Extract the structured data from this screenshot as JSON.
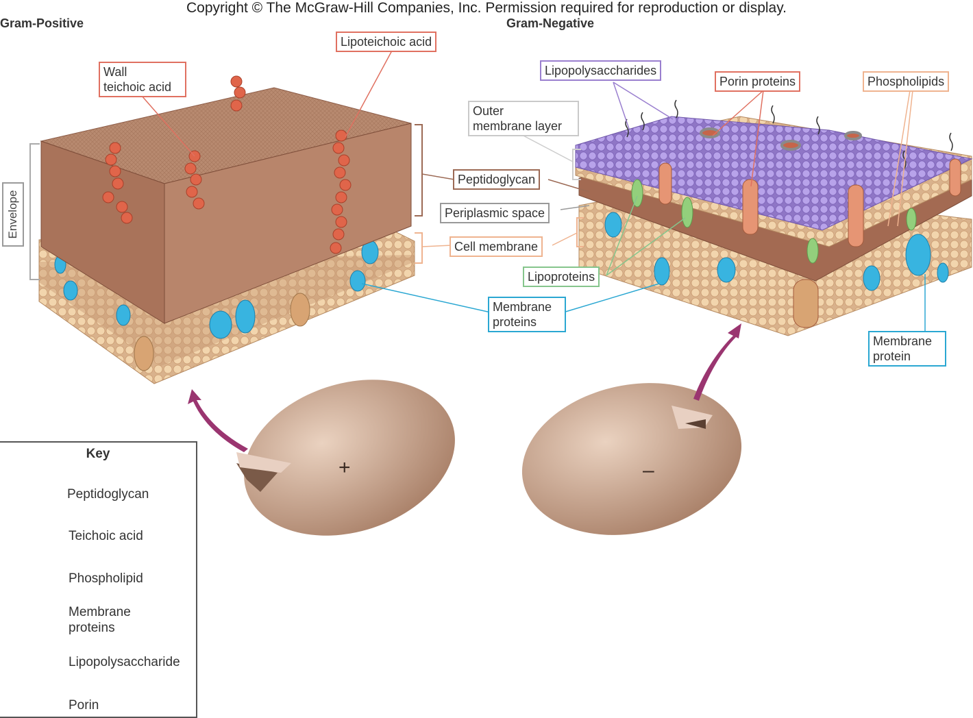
{
  "copyright": "Copyright © The McGraw-Hill Companies, Inc. Permission required for reproduction or display.",
  "titles": {
    "gram_positive": "Gram-Positive",
    "gram_negative": "Gram-Negative"
  },
  "labels": {
    "envelope": "Envelope",
    "lipoteichoic_acid": "Lipoteichoic acid",
    "wall_teichoic_acid_1": "Wall",
    "wall_teichoic_acid_2": "teichoic acid",
    "lipopolysaccharides": "Lipopolysaccharides",
    "porin_proteins": "Porin proteins",
    "phospholipids": "Phospholipids",
    "outer_membrane_1": "Outer",
    "outer_membrane_2": "membrane layer",
    "peptidoglycan": "Peptidoglycan",
    "periplasmic_space": "Periplasmic space",
    "cell_membrane": "Cell membrane",
    "lipoproteins": "Lipoproteins",
    "membrane_proteins_1": "Membrane",
    "membrane_proteins_2": "proteins",
    "membrane_protein_1": "Membrane",
    "membrane_protein_2": "protein"
  },
  "cell_signs": {
    "positive": "+",
    "negative": "–"
  },
  "key": {
    "title": "Key",
    "items": [
      {
        "label": "Peptidoglycan",
        "icon": "peptidoglycan-block-icon"
      },
      {
        "label": "Teichoic acid",
        "icon": "teichoic-acid-icon"
      },
      {
        "label": "Phospholipid",
        "icon": "phospholipid-icon"
      },
      {
        "label_1": "Membrane",
        "label_2": "proteins",
        "icon": "membrane-proteins-icon"
      },
      {
        "label": "Lipopolysaccharide",
        "icon": "lipopolysaccharide-icon"
      },
      {
        "label": "Porin",
        "icon": "porin-icon"
      }
    ]
  },
  "colors": {
    "peptidoglycan": "#b37f66",
    "teichoic": "#e0654a",
    "phospholipid_head": "#f0cda0",
    "membrane_protein_blue": "#38b4e0",
    "membrane_protein_tan": "#d8a473",
    "lps": "#a48ad6",
    "lipoprotein": "#93cf7c",
    "porin": "#e69574",
    "cell": "#c9a58c",
    "arrow": "#9a3570"
  }
}
